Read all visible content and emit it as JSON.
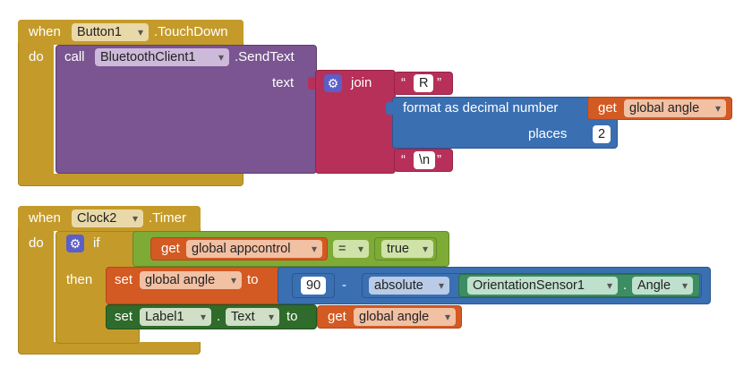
{
  "block1": {
    "when": "when",
    "component": "Button1",
    "event": ".TouchDown",
    "do": "do",
    "call": "call",
    "client": "BluetoothClient1",
    "method": ".SendText",
    "text_label": "text",
    "join": "join",
    "str_open": "“",
    "str_close": "”",
    "str_r": "R",
    "format": "format as decimal number",
    "get": "get",
    "var_angle": "global angle",
    "places": "places",
    "places_value": "2",
    "str_n": "\\n"
  },
  "block2": {
    "when": "when",
    "component": "Clock2",
    "event": ".Timer",
    "do": "do",
    "if": "if",
    "then": "then",
    "get": "get",
    "var_appcontrol": "global appcontrol",
    "op_eq": "=",
    "bool_true": "true",
    "set": "set",
    "var_angle": "global angle",
    "to": "to",
    "num_90": "90",
    "minus": "-",
    "absolute": "absolute",
    "sensor": "OrientationSensor1",
    "dot": ".",
    "angle_prop": "Angle",
    "set2": "set",
    "label": "Label1",
    "text_prop": "Text",
    "to2": "to",
    "get2": "get",
    "var_angle2": "global angle"
  },
  "icons": {
    "gear": "gear-icon",
    "dropdown": "chevron-down-icon"
  }
}
